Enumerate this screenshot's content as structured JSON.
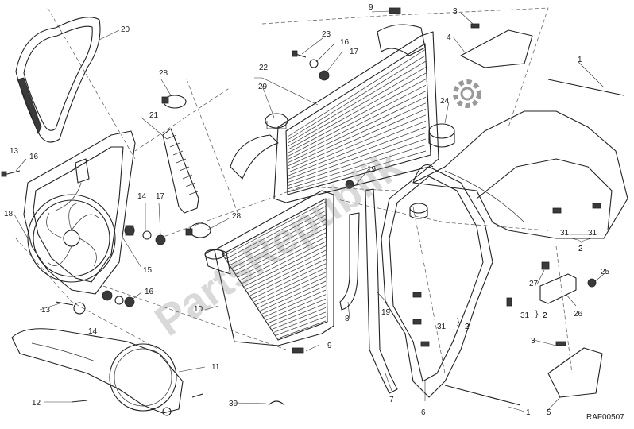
{
  "diagram": {
    "reference_code": "RAF00507",
    "watermark_text": "PartsRepublik",
    "callouts": [
      "1",
      "1",
      "2",
      "2",
      "2",
      "3",
      "3",
      "4",
      "5",
      "6",
      "7",
      "8",
      "9",
      "9",
      "10",
      "11",
      "12",
      "13",
      "13",
      "14",
      "14",
      "15",
      "16",
      "16",
      "16",
      "17",
      "17",
      "18",
      "19",
      "19",
      "20",
      "21",
      "22",
      "23",
      "24",
      "25",
      "26",
      "27",
      "28",
      "28",
      "29",
      "30",
      "31",
      "31",
      "31",
      "31"
    ],
    "brace_label_2a": "2",
    "brace_label_2b": "2",
    "brace_label_2c": "2"
  }
}
